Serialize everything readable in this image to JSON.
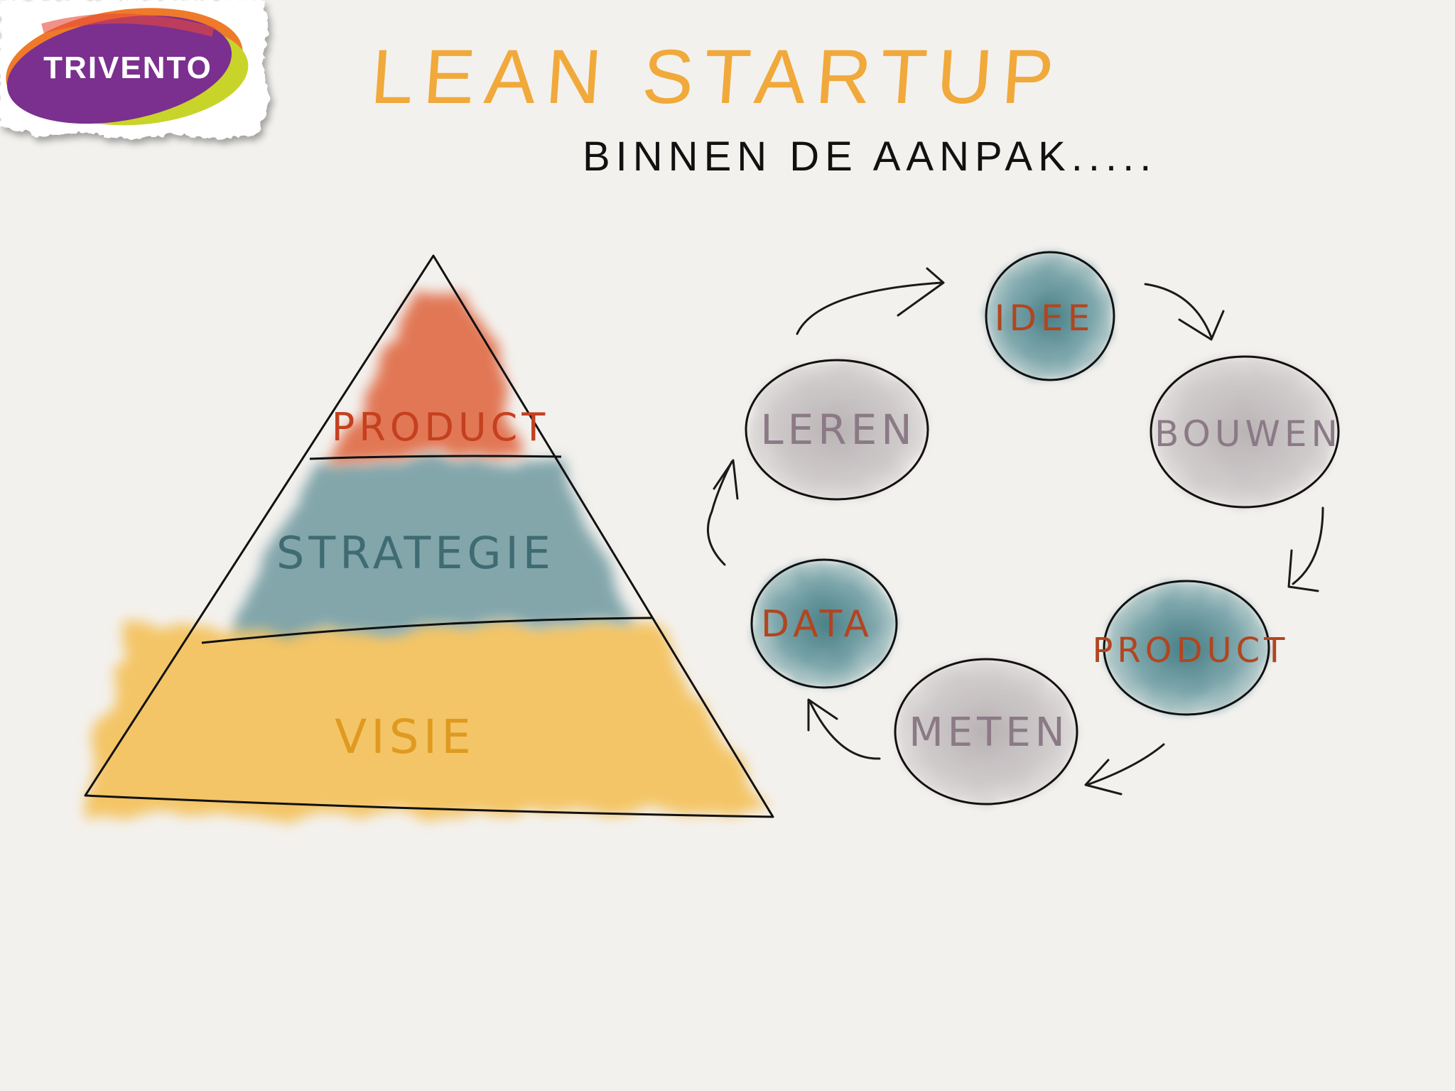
{
  "logo": {
    "text": "TRIVENTO",
    "colors": {
      "purple": "#7b2f8f",
      "orange": "#f08a24",
      "lime": "#c8d42a",
      "red": "#e84a3a"
    }
  },
  "title": "LEAN STARTUP",
  "subtitle": "BINNEN DE AANPAK.....",
  "pyramid": {
    "layers": [
      {
        "label": "PRODUCT",
        "color": "#e06a45",
        "text_color": "#c4401f"
      },
      {
        "label": "STRATEGIE",
        "color": "#6f9aa0",
        "text_color": "#3f6b72"
      },
      {
        "label": "VISIE",
        "color": "#f4be50",
        "text_color": "#e09a20"
      }
    ]
  },
  "cycle": {
    "nodes": [
      {
        "label": "IDEE",
        "fill": "#5f9299",
        "text_color": "#b2451f"
      },
      {
        "label": "BOUWEN",
        "fill": "#c2bdbe",
        "text_color": "#8b7a86"
      },
      {
        "label": "PRODUCT",
        "fill": "#5f9299",
        "text_color": "#b2451f"
      },
      {
        "label": "METEN",
        "fill": "#c2bdbe",
        "text_color": "#8b7a86"
      },
      {
        "label": "DATA",
        "fill": "#5f9299",
        "text_color": "#b2451f"
      },
      {
        "label": "LEREN",
        "fill": "#c2bdbe",
        "text_color": "#8b7a86"
      }
    ],
    "arrow_color": "#1a1a1a"
  },
  "colors": {
    "background": "#f3f1ee",
    "title": "#f0a93a",
    "subtitle": "#111111",
    "ink": "#111111"
  }
}
